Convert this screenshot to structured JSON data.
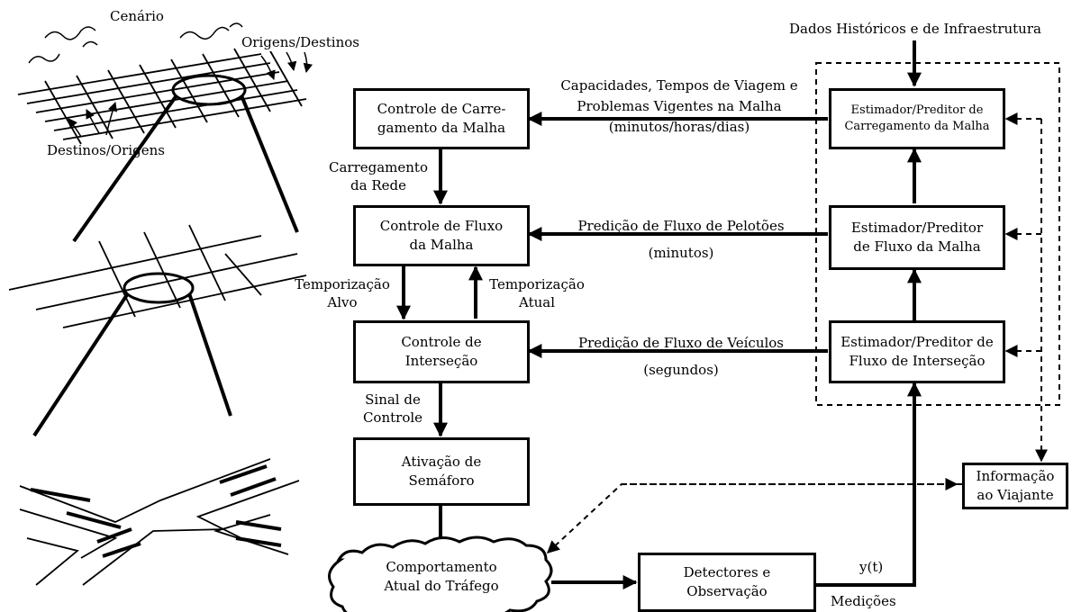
{
  "colors": {
    "ink": "#000000",
    "paper": "#ffffff"
  },
  "left_illustration": {
    "scenario_label": "Cenário",
    "origins_destinations_label": "Origens/Destinos",
    "destinations_origins_label": "Destinos/Origens"
  },
  "top_input_label": "Dados Históricos e de Infraestrutura",
  "control_blocks": {
    "mesh_loading_control": [
      "Controle de Carre-",
      "gamento da Malha"
    ],
    "mesh_flow_control": [
      "Controle de Fluxo",
      "da Malha"
    ],
    "intersection_control": [
      "Controle de",
      "Interseção"
    ],
    "traffic_light_activation": [
      "Ativação de",
      "Semáforo"
    ]
  },
  "traffic_behavior": [
    "Comportamento",
    "Atual do Tráfego"
  ],
  "detectors_block": [
    "Detectores e",
    "Observação"
  ],
  "estimator_blocks": {
    "loading_estimator": [
      "Estimador/Preditor de",
      "Carregamento da Malha"
    ],
    "flow_estimator": [
      "Estimador/Preditor",
      "de Fluxo da Malha"
    ],
    "intersection_estimator": [
      "Estimador/Preditor de",
      "Fluxo de Interseção"
    ]
  },
  "traveler_info": [
    "Informação",
    "ao Viajante"
  ],
  "edge_labels": {
    "capacities": [
      "Capacidades, Tempos de Viagem e",
      "Problemas Vigentes na Malha",
      "(minutos/horas/dias)"
    ],
    "platoon_flow_prediction": [
      "Predição de Fluxo de Pelotões",
      "(minutos)"
    ],
    "vehicle_flow_prediction": [
      "Predição de Fluxo de Veículos",
      "(segundos)"
    ],
    "network_loading": [
      "Carregamento",
      "da Rede"
    ],
    "target_timing": [
      "Temporização",
      "Alvo"
    ],
    "current_timing": [
      "Temporização",
      "Atual"
    ],
    "control_signal": [
      "Sinal de",
      "Controle"
    ],
    "output_signal": "y(t)",
    "measurements": "Medições"
  }
}
